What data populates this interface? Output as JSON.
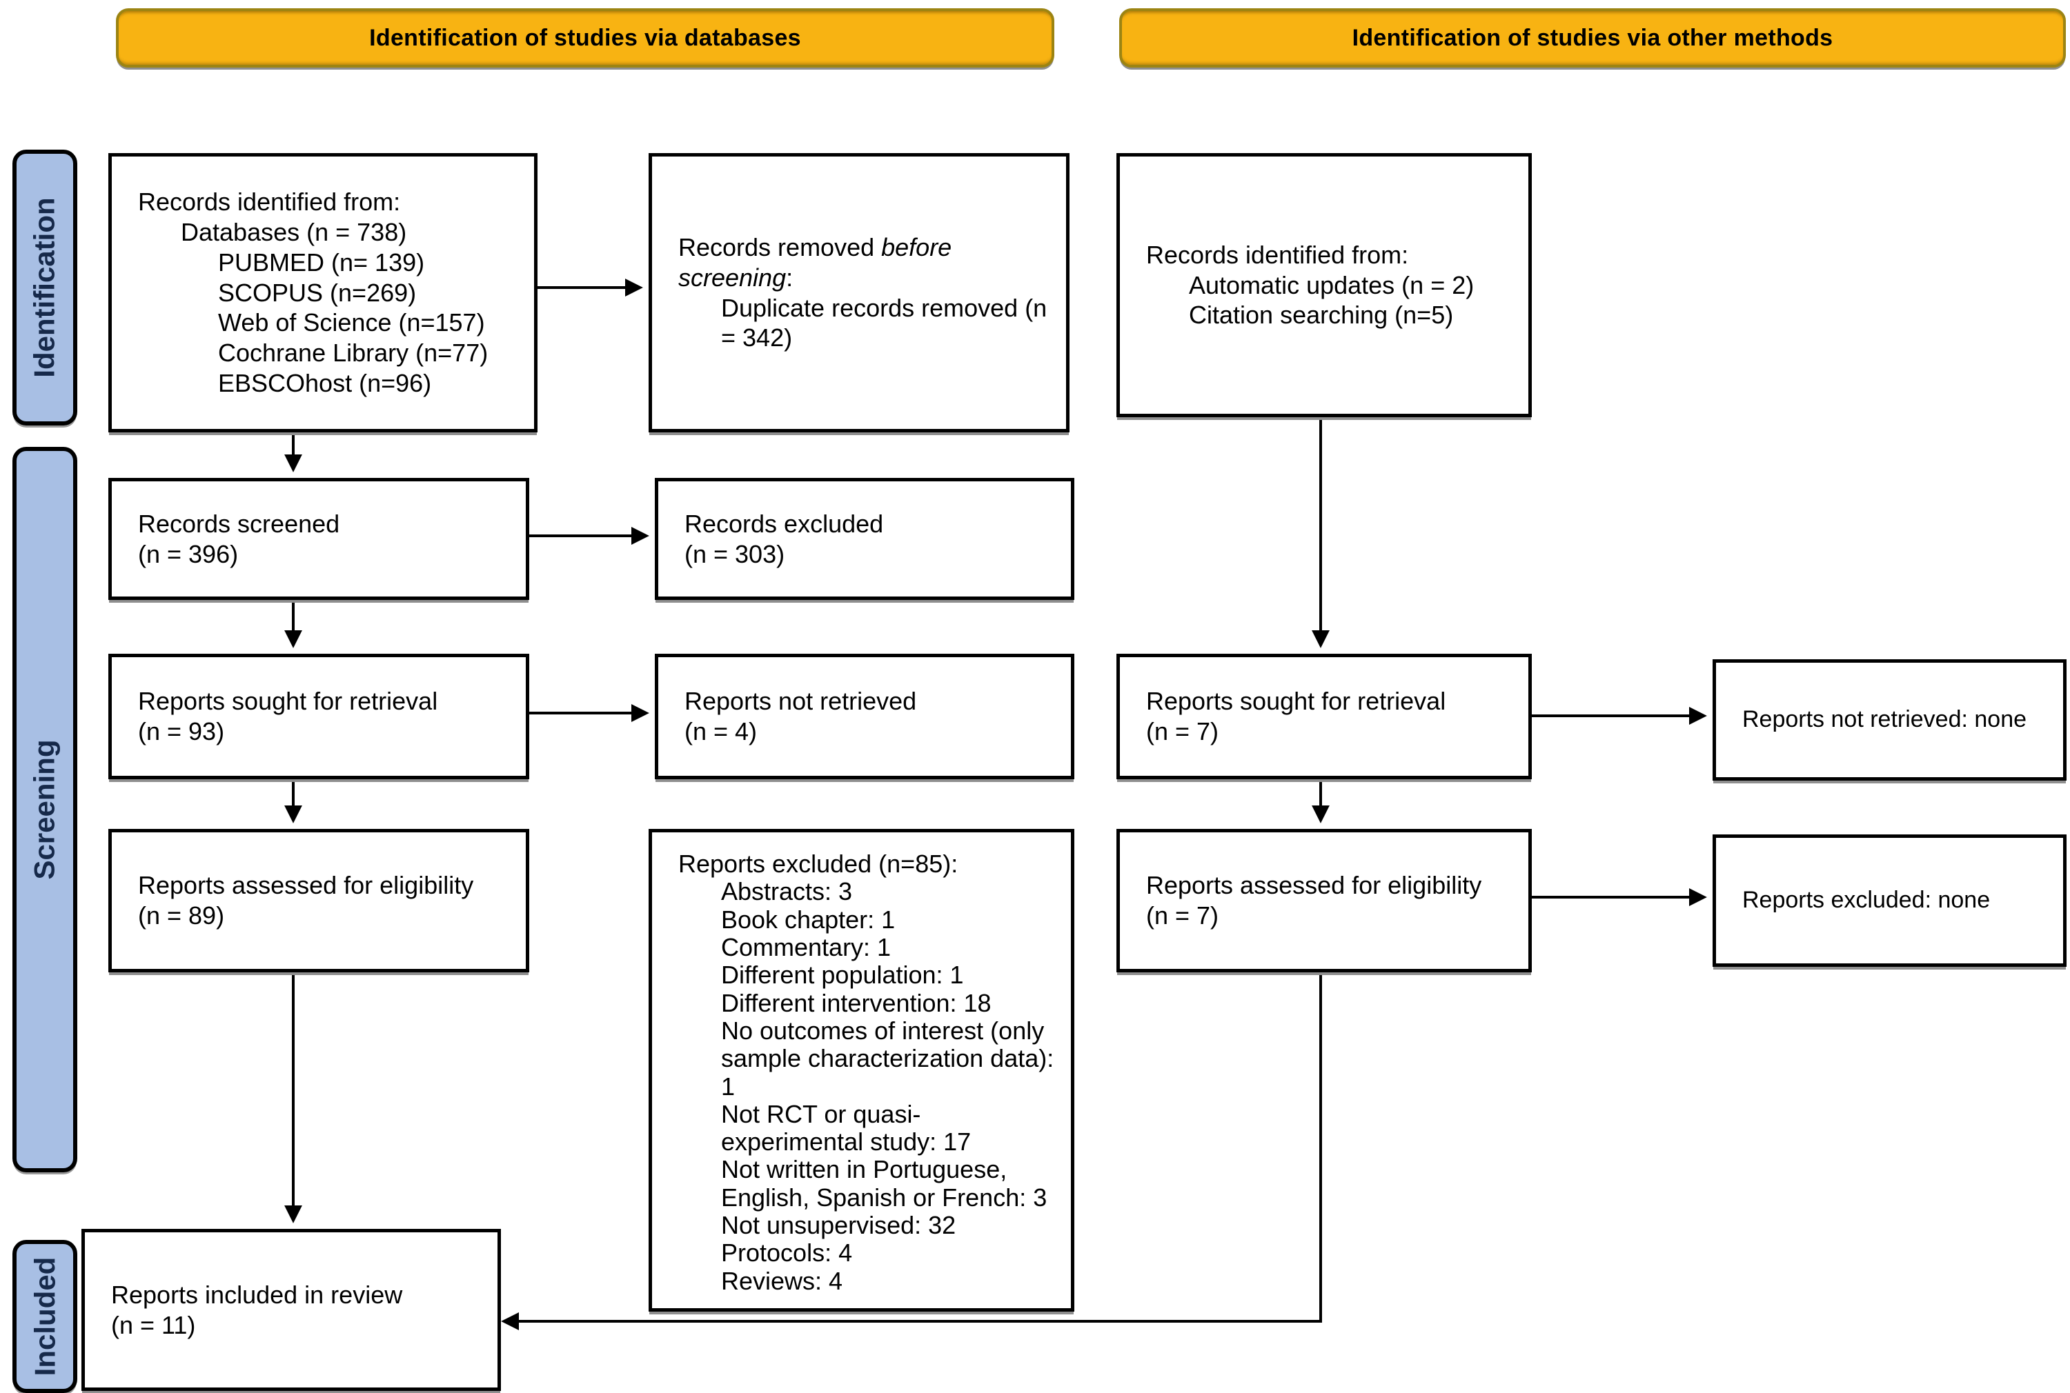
{
  "banners": {
    "databases": "Identification of studies via databases",
    "other_methods": "Identification of studies via other methods"
  },
  "stages": {
    "identification": "Identification",
    "screening": "Screening",
    "included": "Included"
  },
  "boxes": {
    "records_identified_db": {
      "title": "Records identified from:",
      "group": "Databases (n = 738)",
      "sources": [
        "PUBMED (n= 139)",
        "SCOPUS (n=269)",
        "Web of Science (n=157)",
        "Cochrane Library (n=77)",
        "EBSCOhost (n=96)"
      ]
    },
    "records_removed": {
      "prefix": "Records removed ",
      "italic": "before screening",
      "suffix": ":",
      "detail": "Duplicate records removed (n = 342)"
    },
    "records_identified_other": {
      "title": "Records identified from:",
      "sources": [
        "Automatic updates (n = 2)",
        "Citation searching (n=5)"
      ]
    },
    "records_screened": {
      "line1": "Records screened",
      "line2": "(n = 396)"
    },
    "records_excluded": {
      "line1": "Records excluded",
      "line2": "(n = 303)"
    },
    "reports_sought_db": {
      "line1": "Reports sought for retrieval",
      "line2": "(n = 93)"
    },
    "reports_not_retrieved_db": {
      "line1": "Reports not retrieved",
      "line2": "(n = 4)"
    },
    "reports_sought_other": {
      "line1": "Reports sought for retrieval",
      "line2": "(n = 7)"
    },
    "reports_not_retrieved_other": {
      "line1": "Reports not retrieved: none"
    },
    "reports_assessed_db": {
      "line1": "Reports assessed for eligibility",
      "line2": "(n = 89)"
    },
    "reports_excluded_details": {
      "title": "Reports excluded (n=85):",
      "items": [
        "Abstracts: 3",
        "Book chapter: 1",
        "Commentary: 1",
        "Different population: 1",
        "Different intervention: 18",
        "No outcomes of interest (only sample characterization data): 1",
        "Not RCT or quasi-experimental study: 17",
        "Not written in Portuguese, English, Spanish or French: 3",
        "Not unsupervised: 32",
        "Protocols: 4",
        "Reviews: 4"
      ]
    },
    "reports_assessed_other": {
      "line1": "Reports assessed for eligibility",
      "line2": "(n = 7)"
    },
    "reports_excluded_other": {
      "line1": "Reports excluded: none"
    },
    "reports_included": {
      "line1": "Reports included in review",
      "line2": "(n = 11)"
    }
  },
  "colors": {
    "banner_fill": "#F8B312",
    "banner_border": "#9C8412",
    "stage_fill": "#A8BFE4",
    "stage_text": "#16294A",
    "box_border": "#000000",
    "shadow": "#8f8f8f"
  }
}
